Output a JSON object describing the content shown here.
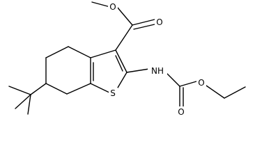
{
  "molecule": {
    "atoms": {
      "ring_oxygen_top": "O",
      "methoxy_oxygen": "O",
      "amine": "NH",
      "carbamate_carbonyl_oxygen": "O",
      "ester_oxygen": "O",
      "sulfur": "S"
    }
  }
}
